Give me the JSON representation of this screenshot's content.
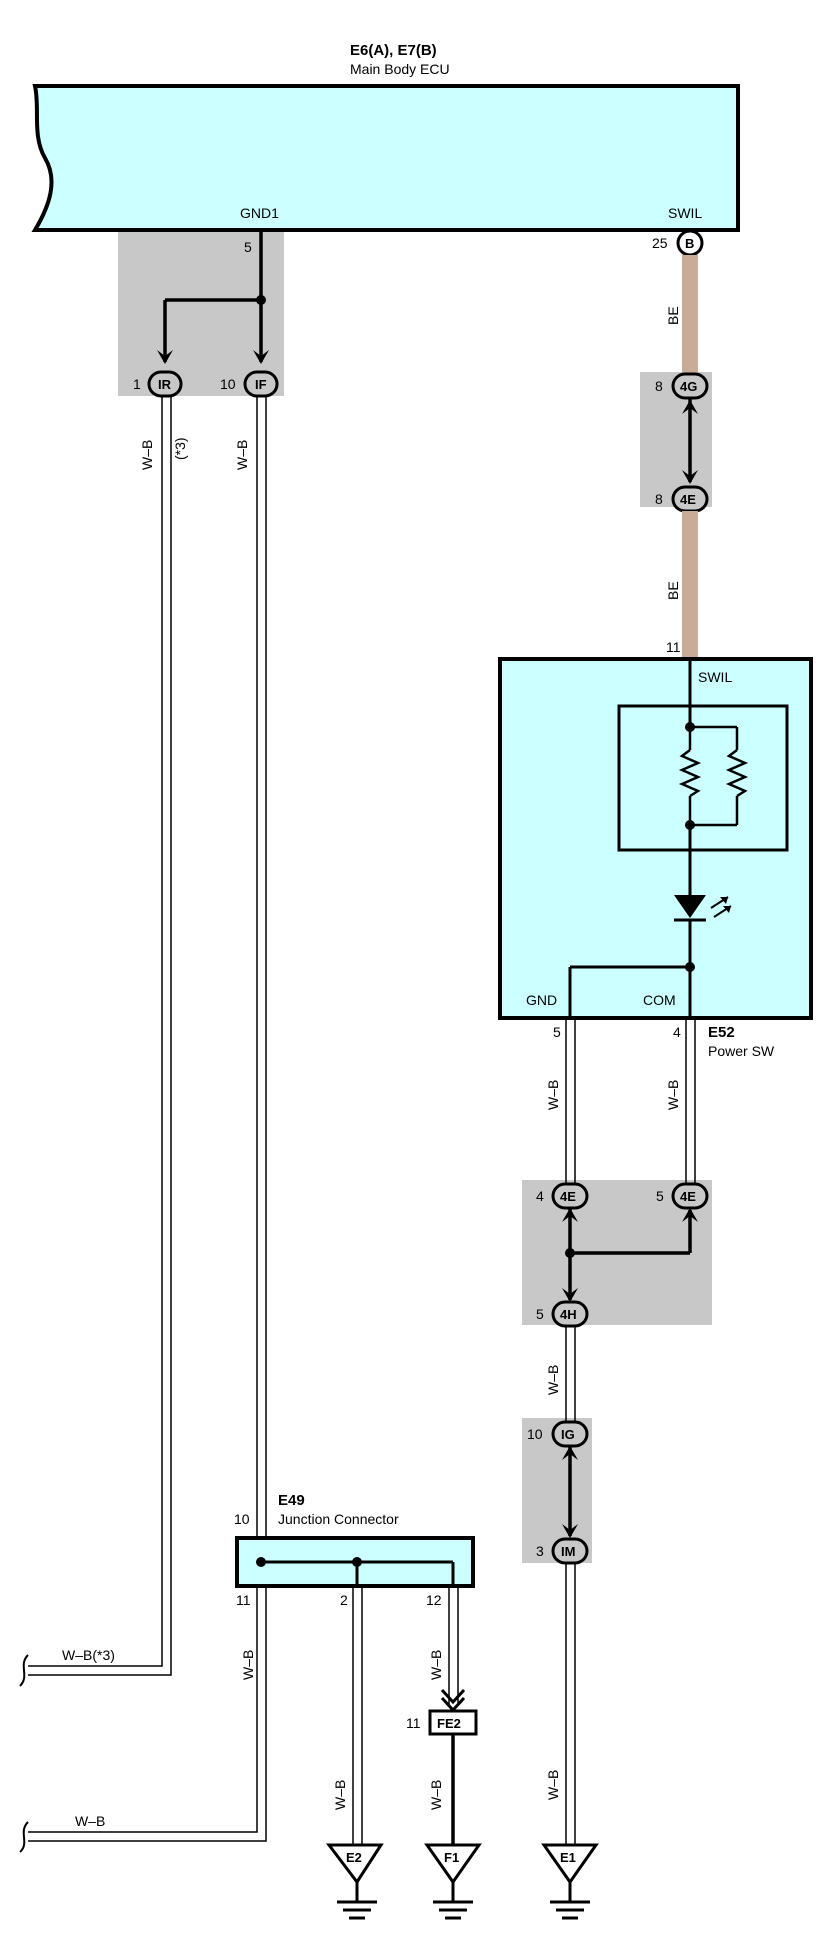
{
  "components": {
    "ecu": {
      "id": "E6(A), E7(B)",
      "name": "Main Body ECU",
      "term_gnd1": "GND1",
      "term_swil": "SWIL",
      "pin_gnd1": "5",
      "pin_swil": "25",
      "conn_swil": "B"
    },
    "power_sw": {
      "id": "E52",
      "name": "Power SW",
      "term_swil": "SWIL",
      "term_gnd": "GND",
      "term_com": "COM",
      "pin_swil": "11",
      "pin_gnd": "5",
      "pin_com": "4"
    },
    "junction": {
      "id": "E49",
      "name": "Junction Connector",
      "pin_in": "10",
      "pin_out1": "11",
      "pin_out2": "2",
      "pin_out3": "12"
    }
  },
  "connectors": {
    "ir": {
      "pin": "1",
      "label": "IR"
    },
    "if": {
      "pin": "10",
      "label": "IF"
    },
    "g4g": {
      "pin": "8",
      "label": "4G"
    },
    "g4e_top": {
      "pin": "8",
      "label": "4E"
    },
    "c4e_left": {
      "pin": "4",
      "label": "4E"
    },
    "c4e_right": {
      "pin": "5",
      "label": "4E"
    },
    "c4h": {
      "pin": "5",
      "label": "4H"
    },
    "cig": {
      "pin": "10",
      "label": "IG"
    },
    "cim": {
      "pin": "3",
      "label": "IM"
    },
    "fe2": {
      "pin": "11",
      "label": "FE2"
    }
  },
  "wires": {
    "wb": "W–B",
    "be": "BE",
    "note3": "(*3)",
    "wb_note3": "W–B(*3)"
  },
  "grounds": {
    "e2": "E2",
    "f1": "F1",
    "e1": "E1"
  },
  "colors": {
    "component_fill": "#ccffff",
    "shade": "#c8c8c8",
    "be_wire": "#c8ac98",
    "line": "#000000"
  }
}
